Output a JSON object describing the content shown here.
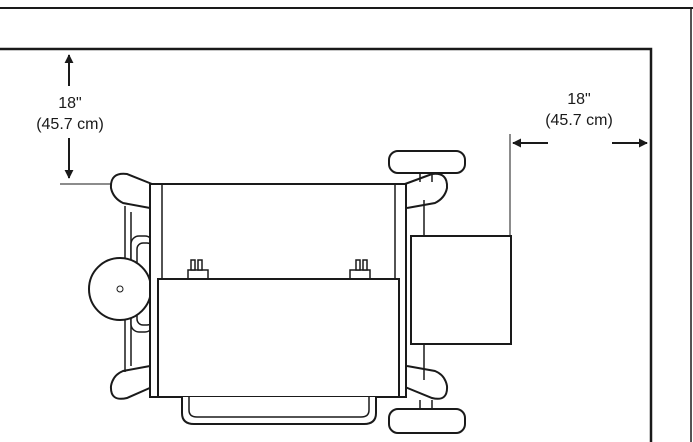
{
  "clearance_top": {
    "inches": "18\"",
    "cm": "(45.7 cm)"
  },
  "clearance_side": {
    "inches": "18\"",
    "cm": "(45.7 cm)"
  },
  "colors": {
    "line": "#1a1a1a",
    "background": "#ffffff"
  }
}
